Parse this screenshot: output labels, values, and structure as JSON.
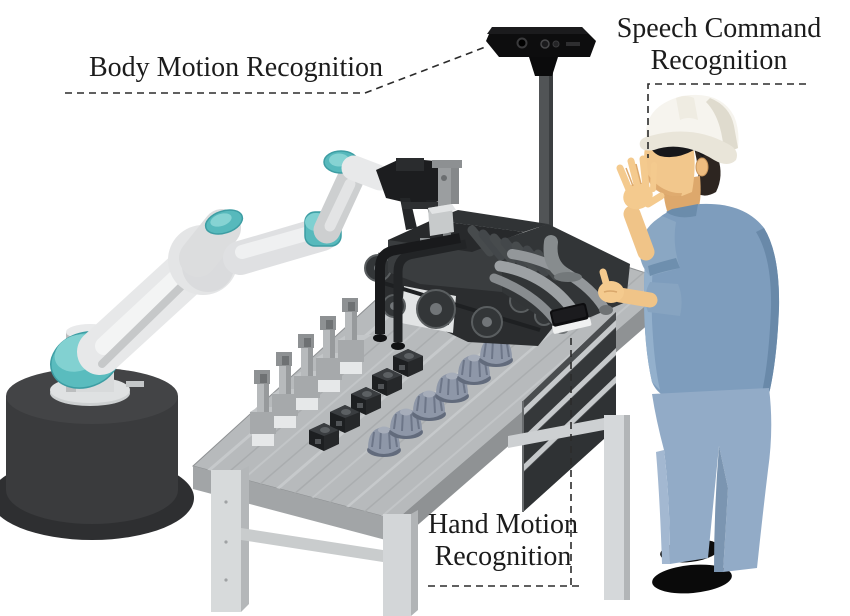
{
  "figure": {
    "labels": {
      "body_motion": "Body Motion Recognition",
      "speech_command": "Speech Command Recognition",
      "hand_motion": "Hand Motion Recognition"
    },
    "scene_objects": [
      "depth-camera-on-pole",
      "collaborative-robot-arm",
      "robot-gripper-with-part",
      "engine-assembly",
      "workbench-with-drawers",
      "piston-parts-row",
      "black-block-parts-row",
      "dome-parts-row",
      "hand-motion-sensor-device",
      "worker-with-hard-hat"
    ],
    "palette": {
      "background": "#ffffff",
      "label_text": "#1c1c1c",
      "leader_line": "#2b2b2b",
      "robot_teal": "#5abcbe",
      "robot_white": "#e7e8e9",
      "base_dark": "#3a3b3d",
      "table_gray": "#b7babc",
      "drawer_dark": "#35383a",
      "engine_dark": "#323537",
      "pipe_gray": "#9da1a4",
      "shirt_blue": "#7e9dbd",
      "pants_blue": "#92abc7",
      "skin": "#f2c78c",
      "helmet_white": "#f6f4ee"
    }
  }
}
